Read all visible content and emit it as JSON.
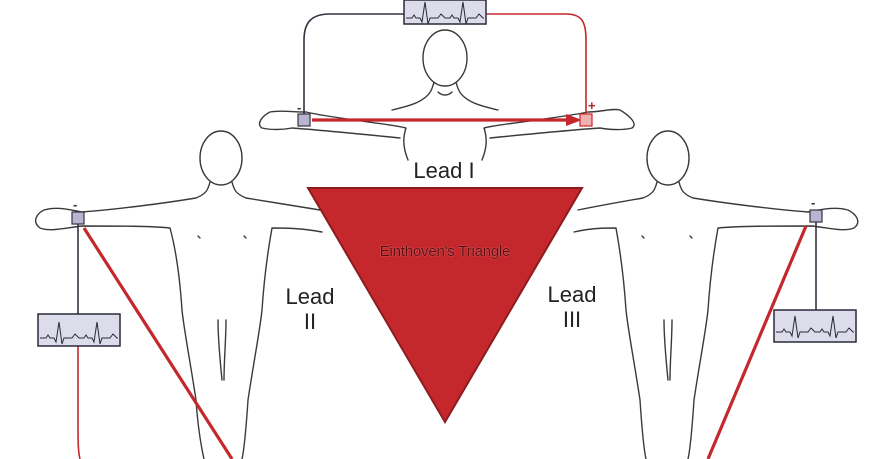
{
  "labels": {
    "lead1": "Lead I",
    "lead2_a": "Lead",
    "lead2_b": "II",
    "lead3_a": "Lead",
    "lead3_b": "III",
    "triangle": "Einthoven's Triangle",
    "plus": "+",
    "minus": "-"
  },
  "colors": {
    "triangle_fill": "#c4282c",
    "triangle_edge": "#8e1b1f",
    "red_wire": "#c4282c",
    "dark_wire": "#3a3040",
    "body_outline": "#3a3a3a",
    "monitor_fill": "#dcdcea"
  },
  "icons": {
    "monitor": "ecg-monitor-icon",
    "arrow": "arrow-right-icon",
    "electrode": "electrode-icon"
  }
}
